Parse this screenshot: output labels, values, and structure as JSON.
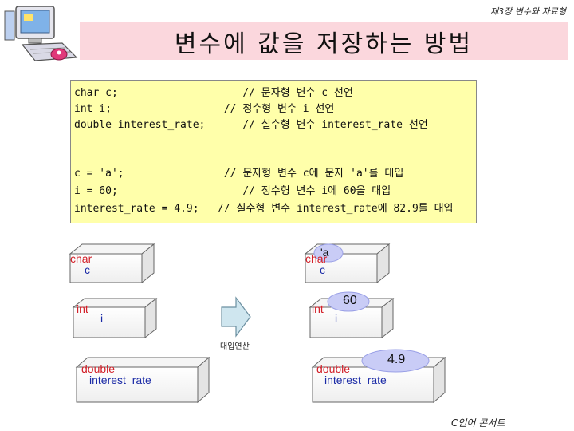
{
  "header": {
    "chapter": "제3장 변수와 자료형",
    "title": "변수에 값을 저장하는 방법"
  },
  "code": {
    "lines": [
      "char c;                    // 문자형 변수 c 선언",
      "int i;                  // 정수형 변수 i 선언",
      "double interest_rate;      // 실수형 변수 interest_rate 선언",
      "",
      "c = 'a';                // 문자형 변수 c에 문자 'a'를 대입",
      "i = 60;                    // 정수형 변수 i에 60을 대입",
      "interest_rate = 4.9;   // 실수형 변수 interest_rate에 82.9를 대입"
    ]
  },
  "diagram": {
    "before": {
      "char_type": "char",
      "char_var": "c",
      "int_type": "int",
      "int_var": "i",
      "double_type": "double",
      "double_var": "interest_rate"
    },
    "after": {
      "char_type": "char",
      "char_var": "c",
      "char_value": "'a",
      "int_type": "int",
      "int_var": "i",
      "int_value": "60",
      "double_type": "double",
      "double_var": "interest_rate",
      "double_value": "4.9"
    },
    "arrow_caption": "대입연산"
  },
  "footer": {
    "text": "C언어 콘서트"
  },
  "colors": {
    "title_band": "#fbd7dd",
    "code_bg": "#ffffaa",
    "type_label": "#d2212a",
    "var_label": "#1a2aa6",
    "arrow": "#cfe6ef",
    "bubble": "#c9ccf6"
  }
}
